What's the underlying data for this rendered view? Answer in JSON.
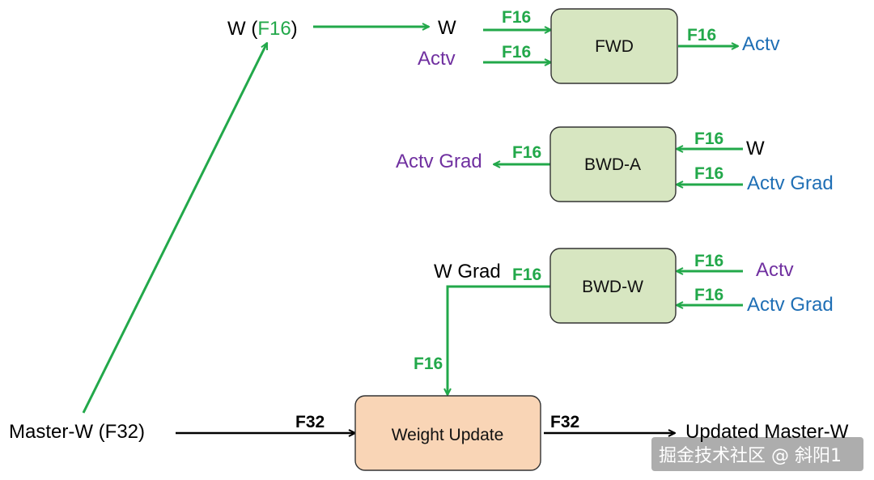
{
  "colors": {
    "green": "#22a84a",
    "black": "#000000",
    "purple": "#7030a0",
    "blue": "#1f6fb5",
    "box_green": "#d7e6c1",
    "box_orange": "#f9d5b6"
  },
  "labels": {
    "w_f16_prefix": "W (",
    "w_f16_mid": "F16",
    "w_f16_suffix": ")",
    "w_top": "W",
    "actv_top": "Actv",
    "actv_out": "Actv",
    "actv_grad_out": "Actv Grad",
    "w_bwda": "W",
    "actv_grad_bwda": "Actv Grad",
    "w_grad": "W Grad",
    "actv_bwdw": "Actv",
    "actv_grad_bwdw": "Actv Grad",
    "master_w": "Master-W (F32)",
    "updated_master_w": "Updated Master-W"
  },
  "tags": {
    "f16_w_fwd": "F16",
    "f16_actv_fwd": "F16",
    "f16_fwd_out": "F16",
    "f16_bwda_out": "F16",
    "f16_bwda_w": "F16",
    "f16_bwda_ag": "F16",
    "f16_bwdw_out": "F16",
    "f16_bwdw_actv": "F16",
    "f16_bwdw_ag": "F16",
    "f16_down": "F16",
    "f32_in": "F32",
    "f32_out": "F32"
  },
  "boxes": {
    "fwd": "FWD",
    "bwda": "BWD-A",
    "bwdw": "BWD-W",
    "weight_update": "Weight Update"
  },
  "watermark": "掘金技术社区 @ 斜阳1"
}
